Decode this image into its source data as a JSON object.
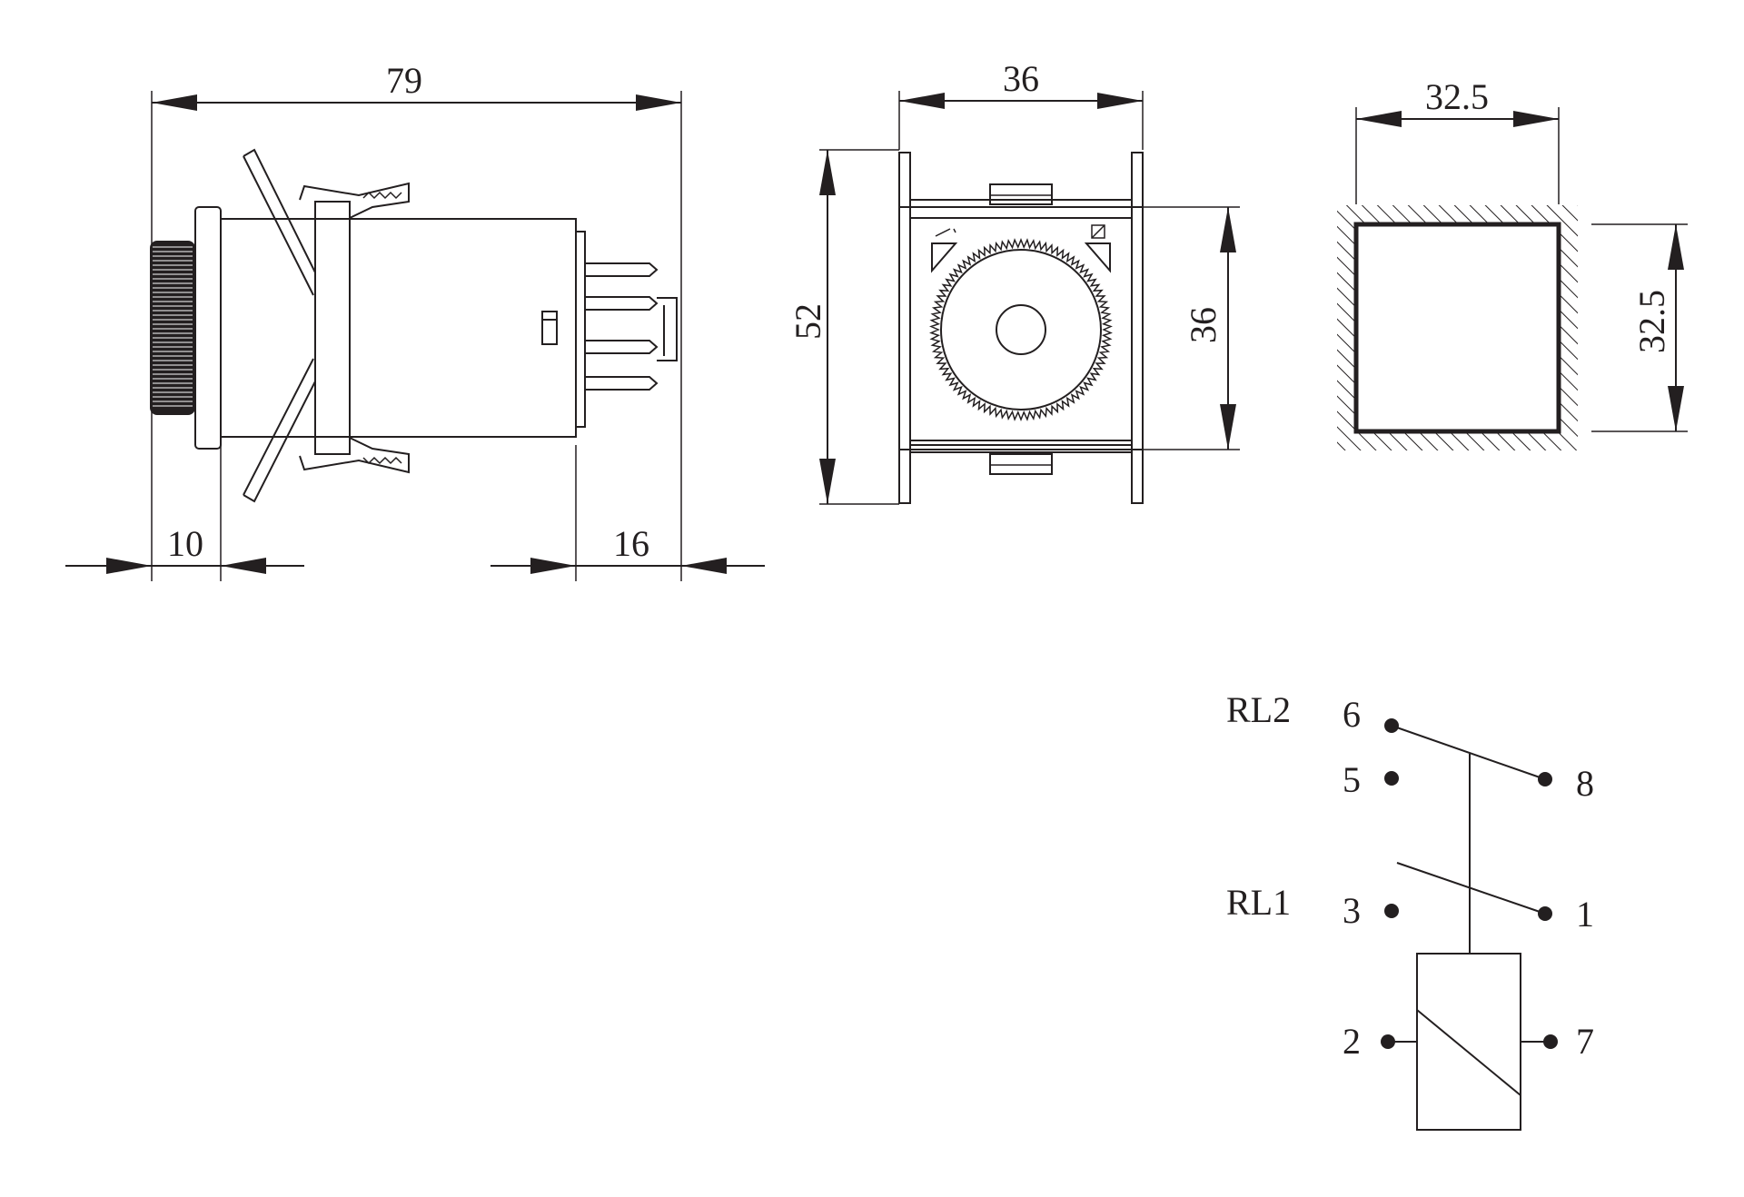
{
  "side_view": {
    "dim_length": "79",
    "dim_front": "10",
    "dim_pins": "16"
  },
  "front_view": {
    "dim_width": "36",
    "dim_height_total": "52",
    "dim_height_body": "36"
  },
  "panel_cutout": {
    "dim_width": "32.5",
    "dim_height": "32.5"
  },
  "schematic": {
    "relay_labels": [
      "RL2",
      "RL1"
    ],
    "pins": {
      "p6": "6",
      "p5": "5",
      "p8": "8",
      "p3": "3",
      "p1": "1",
      "p2": "2",
      "p7": "7"
    }
  },
  "colors": {
    "ink": "#231f20",
    "background": "#ffffff"
  }
}
